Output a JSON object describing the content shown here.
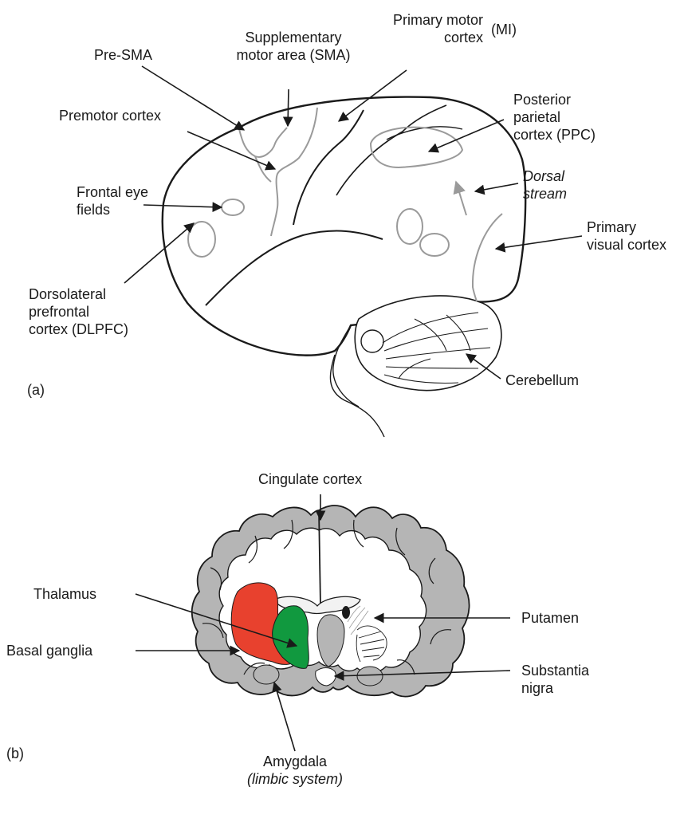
{
  "panel_a": {
    "panel_label": "(a)",
    "labels": {
      "pre_sma": "Pre-SMA",
      "sma": [
        "Supplementary",
        "motor area (SMA)"
      ],
      "primary_motor": [
        "Primary motor",
        "cortex"
      ],
      "mi": "(MI)",
      "premotor": "Premotor cortex",
      "posterior_parietal": [
        "Posterior",
        "parietal",
        "cortex (PPC)"
      ],
      "dorsal_stream": [
        "Dorsal",
        "stream"
      ],
      "frontal_eye_fields": [
        "Frontal eye",
        "fields"
      ],
      "primary_visual": [
        "Primary",
        "visual cortex"
      ],
      "dlpfc": [
        "Dorsolateral",
        "prefrontal",
        "cortex (DLPFC)"
      ],
      "cerebellum": "Cerebellum"
    }
  },
  "panel_b": {
    "panel_label": "(b)",
    "labels": {
      "cingulate": "Cingulate cortex",
      "thalamus": "Thalamus",
      "putamen": "Putamen",
      "basal_ganglia": "Basal ganglia",
      "substantia_nigra": [
        "Substantia",
        "nigra"
      ],
      "amygdala": "Amygdala",
      "limbic": "(limbic system)"
    }
  },
  "colors": {
    "outline": "#1a1a1a",
    "region_outline": "#9a9a9a",
    "gray_matter": "#b5b5b5",
    "basal_ganglia": "#e8412e",
    "thalamus": "#11993f"
  }
}
